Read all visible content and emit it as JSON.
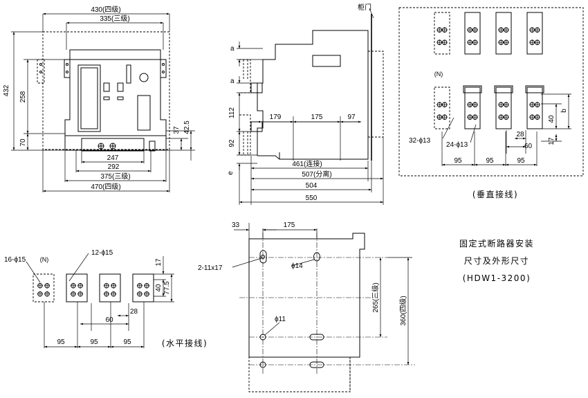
{
  "title": {
    "line1": "固定式断路器安装",
    "line2": "尺寸及外形尺寸",
    "line3": "(HDW1-3200)"
  },
  "front_view": {
    "dims": {
      "w430": "430(四级)",
      "w335": "335(三级)",
      "h432": "432",
      "h258": "258",
      "h70": "70",
      "h37": "37",
      "h42_5": "42.5",
      "w247": "247",
      "w292": "292",
      "w375": "375(三级)",
      "w470": "470(四级)"
    }
  },
  "side_view": {
    "door_label": "柜门",
    "dims": {
      "a1": "a",
      "a2": "a",
      "h112": "112",
      "h92": "92",
      "e": "e",
      "w179": "179",
      "w175": "175",
      "w97": "97",
      "w461": "461(连接)",
      "w507": "507(分离)",
      "w504": "504",
      "w550": "550"
    }
  },
  "vertical_wiring": {
    "caption": "(垂直接线)",
    "n_label": "(N)",
    "dims": {
      "holes32": "32-ϕ13",
      "holes24": "24-ϕ13",
      "b": "b",
      "h40": "40",
      "h17": "17",
      "w28": "28",
      "w60": "60",
      "p1": "95",
      "p2": "95",
      "p3": "95"
    }
  },
  "horizontal_wiring": {
    "caption": "(水平接线)",
    "n_label": "(N)",
    "dims": {
      "holes16": "16-ϕ15",
      "holes12": "12-ϕ15",
      "h17": "17",
      "h40": "40",
      "h77_5": "77.5",
      "w28": "28",
      "w60": "60",
      "p1": "95",
      "p2": "95",
      "p3": "95"
    }
  },
  "mounting_plate": {
    "dims": {
      "w33": "33",
      "w175": "175",
      "slots": "2-11x17",
      "d14": "ϕ14",
      "d11": "ϕ11",
      "h265": "265(三级)",
      "h360": "360(四级)"
    }
  }
}
